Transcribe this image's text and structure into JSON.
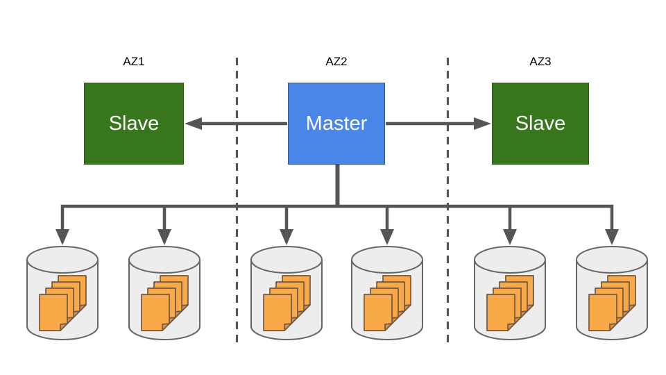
{
  "diagram": {
    "description": "Master-slave replication across three availability zones with two databases per zone"
  },
  "zones": [
    {
      "label": "AZ1",
      "node": {
        "label": "Slave",
        "role": "slave"
      }
    },
    {
      "label": "AZ2",
      "node": {
        "label": "Master",
        "role": "master"
      }
    },
    {
      "label": "AZ3",
      "node": {
        "label": "Slave",
        "role": "slave"
      }
    }
  ],
  "connections": [
    {
      "from": "Master",
      "to": "Slave AZ1",
      "style": "solid-arrow"
    },
    {
      "from": "Master",
      "to": "Slave AZ3",
      "style": "solid-arrow"
    },
    {
      "from": "Master",
      "to": "6 database cylinders",
      "style": "fan-out solid-arrows"
    }
  ],
  "databases": {
    "count": 6,
    "per_zone": 2,
    "icon": "database-cylinder-with-documents",
    "items": [
      {
        "zone": "AZ1"
      },
      {
        "zone": "AZ1"
      },
      {
        "zone": "AZ2"
      },
      {
        "zone": "AZ2"
      },
      {
        "zone": "AZ3"
      },
      {
        "zone": "AZ3"
      }
    ]
  },
  "separators": {
    "count": 2,
    "style": "vertical-dashed"
  },
  "colors": {
    "background": "#FFFFFF",
    "master_blue": "#4A86E8",
    "slave_green": "#38761D",
    "connector_gray": "#555555",
    "cylinder_fill": "#EDEDED",
    "cylinder_stroke": "#666666",
    "document_orange": "#F9A948",
    "document_fold": "#E0903C",
    "document_stroke": "#6E5846",
    "label_black": "#000000",
    "node_text": "#FFFFFF"
  }
}
